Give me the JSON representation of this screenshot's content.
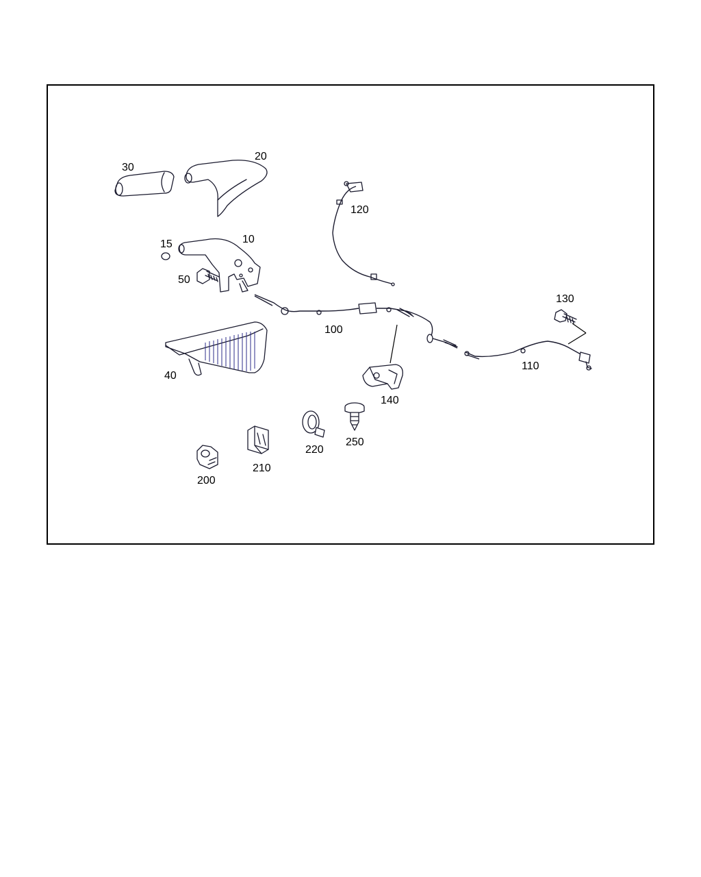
{
  "parts": {
    "p10": "10",
    "p15": "15",
    "p20": "20",
    "p30": "30",
    "p40": "40",
    "p50": "50",
    "p100": "100",
    "p110": "110",
    "p120": "120",
    "p130": "130",
    "p140": "140",
    "p200": "200",
    "p210": "210",
    "p220": "220",
    "p250": "250"
  },
  "colors": {
    "line": "#1a1a2e",
    "hatch": "#2b2b8a",
    "frame": "#000000",
    "background": "#ffffff"
  }
}
